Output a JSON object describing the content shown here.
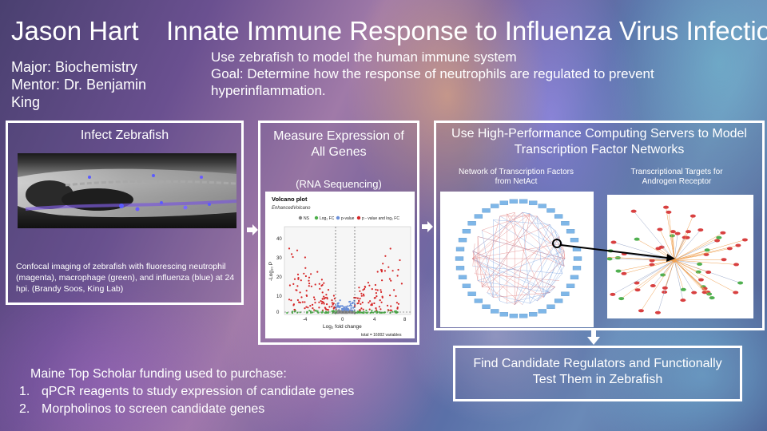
{
  "header": {
    "name": "Jason Hart",
    "title": "Innate Immune Response to Influenza Virus Infection"
  },
  "info": {
    "major": "Major: Biochemistry",
    "mentor": "Mentor: Dr. Benjamin King"
  },
  "goals": {
    "line1": "Use zebrafish to model the human immune system",
    "line2": "Goal: Determine how the response of neutrophils are regulated to prevent hyperinflammation."
  },
  "panel_infect": {
    "title": "Infect Zebrafish",
    "caption": "Confocal imaging of zebrafish with fluorescing neutrophil (magenta), macrophage (green), and influenza (blue) at 24 hpi. (Brandy Soos, King Lab)"
  },
  "panel_measure": {
    "title": "Measure Expression of All Genes",
    "subtitle": "(RNA Sequencing)",
    "plot": {
      "title": "Volcano plot",
      "subtitle": "EnhancedVolcano",
      "legend": [
        "NS",
        "Log₂ FC",
        "p-value",
        "p - value and log₂ FC"
      ],
      "ylabel": "-Log₁₀ P",
      "xlabel": "Log₂ fold change",
      "footer": "total = 16002 variables",
      "yticks": [
        "40",
        "30",
        "20",
        "10",
        "0"
      ],
      "xticks": [
        "-4",
        "0",
        "4",
        "8"
      ],
      "colors": {
        "ns": "#888888",
        "fc": "#4daf4a",
        "p": "#6a8fd8",
        "both": "#d62728"
      }
    }
  },
  "panel_hpc": {
    "title": "Use High-Performance Computing Servers to Model Transcription Factor Networks",
    "sub1": "Network of Transcription Factors from NetAct",
    "sub2": "Transcriptional Targets for Androgen Receptor"
  },
  "panel_find": {
    "title": "Find Candidate Regulators and Functionally Test Them in Zebrafish"
  },
  "funding": {
    "intro": "Maine Top Scholar funding used to purchase:",
    "items": [
      {
        "num": "1.",
        "text": "qPCR reagents to study expression of candidate genes"
      },
      {
        "num": "2.",
        "text": "Morpholinos to screen candidate genes"
      }
    ]
  }
}
